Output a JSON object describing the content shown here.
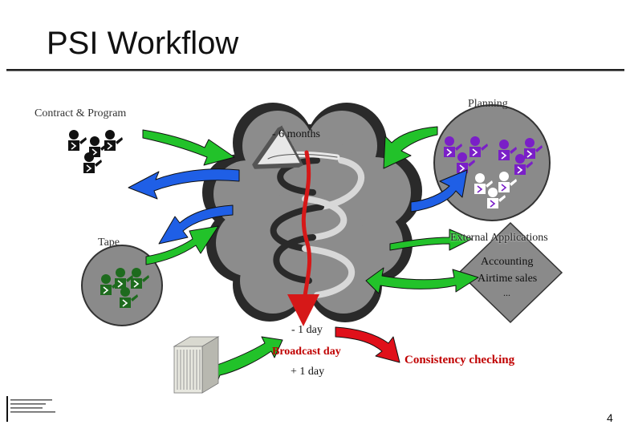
{
  "title": "PSI Workflow",
  "labels": {
    "contract_program": "Contract & Program",
    "planning": "Planning",
    "six_months": "- 6 months",
    "tape": "Tape",
    "external_applications": "External Applications",
    "accounting": "Accounting",
    "airtime_sales": "Airtime sales",
    "ellipsis": "...",
    "minus_one_day": "- 1 day",
    "broadcast_day": "Broadcast day",
    "plus_one_day": "+ 1 day",
    "consistency_checking": "Consistency checking"
  },
  "page_number": "4",
  "colors": {
    "cloud": "#8c8c8c",
    "cloud_dark": "#2a2a2a",
    "circle": "#8a8a8a",
    "people_contract": "#111111",
    "people_planning": "#7a1fc7",
    "people_tape": "#1e6b1e",
    "arrow_green": "#22c22a",
    "arrow_blue": "#1f5fe6",
    "arrow_red": "#e0101a",
    "accent_red_text": "#c00000",
    "spiral_red": "#d61818"
  }
}
